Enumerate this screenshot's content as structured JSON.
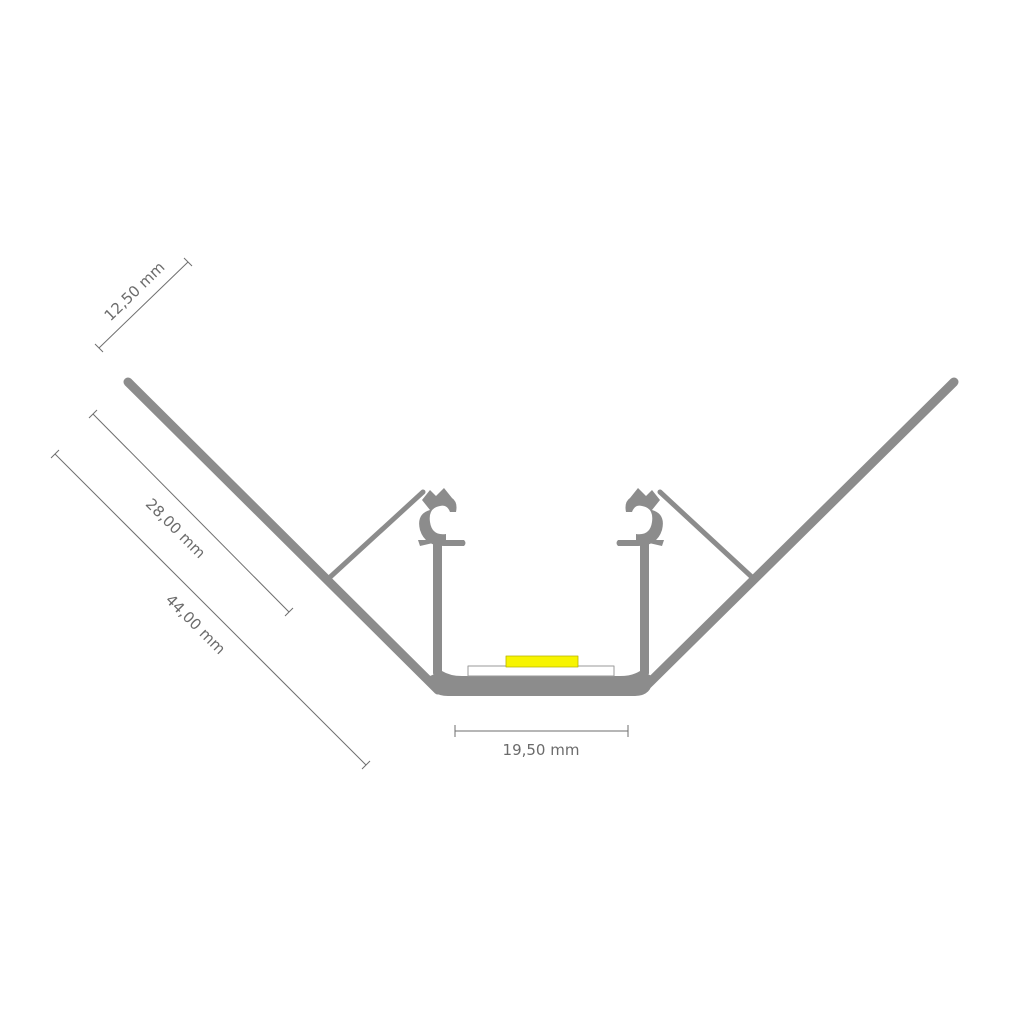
{
  "dimensions": {
    "depth_label": "12,50 mm",
    "inner_leg_label": "28,00 mm",
    "outer_leg_label": "44,00 mm",
    "channel_width_label": "19,50 mm"
  },
  "colors": {
    "profile": "#8c8c8c",
    "profile_edge": "#6f6f6f",
    "led_chip": "#f7f400",
    "led_strip": "#ffffff",
    "dimension_line": "#6e6e6e",
    "label_text": "#6b6b6b",
    "background": "#ffffff"
  }
}
